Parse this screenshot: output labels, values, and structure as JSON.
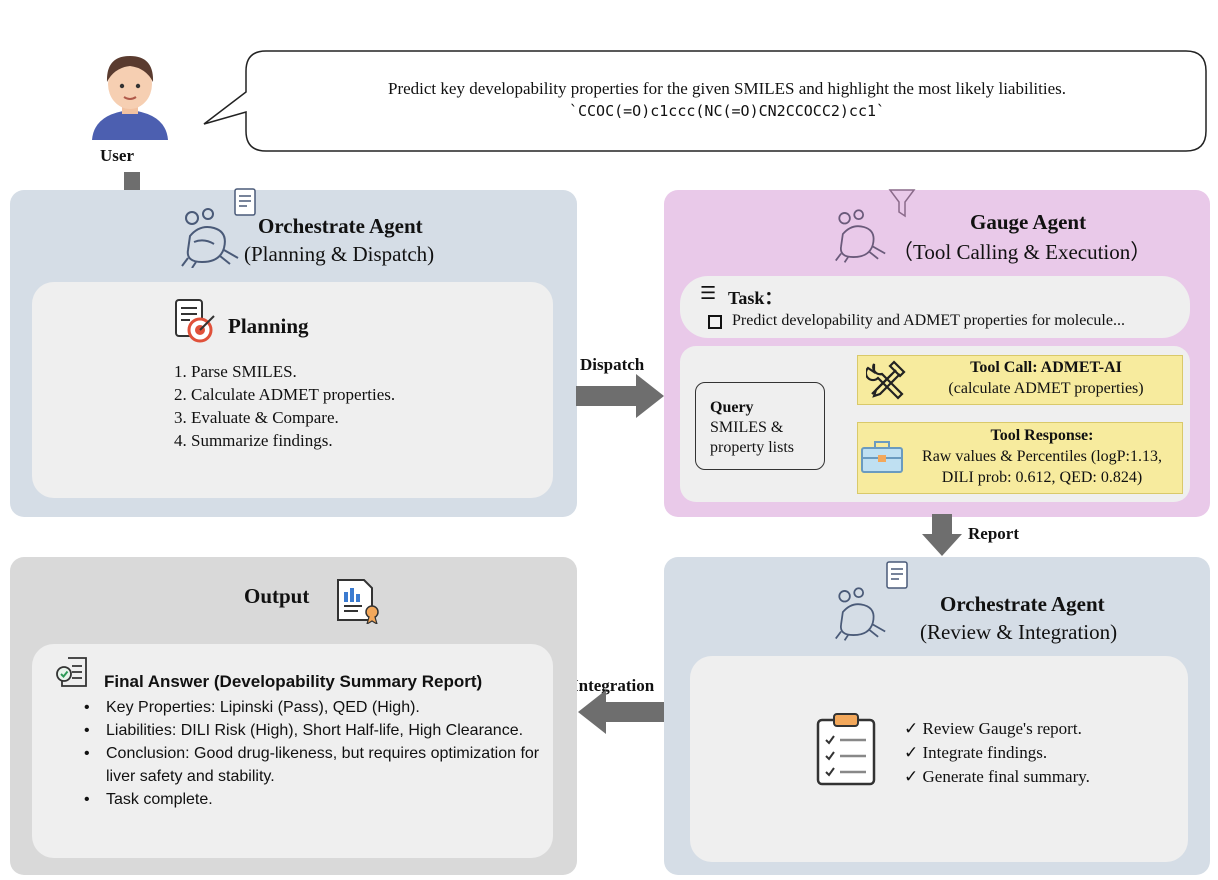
{
  "user": {
    "label": "User",
    "prompt_line1": "Predict key developability properties for the given SMILES and highlight the most likely liabilities.",
    "prompt_line2": "`CCOC(=O)c1ccc(NC(=O)CN2CCOCC2)cc1`"
  },
  "orchestrate_top": {
    "title": "Orchestrate Agent",
    "subtitle": "(Planning & Dispatch)",
    "planning_title": "Planning",
    "steps": [
      "1. Parse SMILES.",
      "2. Calculate ADMET properties.",
      "3. Evaluate & Compare.",
      "4. Summarize findings."
    ]
  },
  "arrows": {
    "dispatch": "Dispatch",
    "report": "Report",
    "integration": "Integration"
  },
  "gauge": {
    "title": "Gauge Agent",
    "subtitle": "（Tool Calling & Execution）",
    "task_label": "Task：",
    "task_item": "Predict developability and ADMET properties for molecule...",
    "query_title": "Query",
    "query_line1": "SMILES &",
    "query_line2": "property lists",
    "tool_call_title": "Tool Call: ADMET-AI",
    "tool_call_sub": "(calculate ADMET properties)",
    "tool_resp_title": "Tool Response:",
    "tool_resp_line1": "Raw values & Percentiles (logP:1.13,",
    "tool_resp_line2": "DILI prob: 0.612, QED: 0.824)"
  },
  "orchestrate_bottom": {
    "title": "Orchestrate Agent",
    "subtitle": "(Review & Integration)",
    "checks": [
      "Review Gauge's report.",
      "Integrate findings.",
      "Generate final summary."
    ]
  },
  "output": {
    "title": "Output",
    "final_title": "Final Answer (Developability Summary Report)",
    "bullets": [
      "Key Properties: Lipinski (Pass), QED (High).",
      "Liabilities: DILI Risk (High), Short Half-life, High Clearance.",
      "Conclusion: Good drug-likeness, but requires optimization for liver safety and stability.",
      "Task complete."
    ]
  },
  "colors": {
    "orchestrate_panel": "#d5dde6",
    "gauge_panel": "#e9c9e9",
    "output_panel": "#d9d9d9",
    "tool_box": "#f7eb9e",
    "arrow": "#6e6e6e"
  }
}
